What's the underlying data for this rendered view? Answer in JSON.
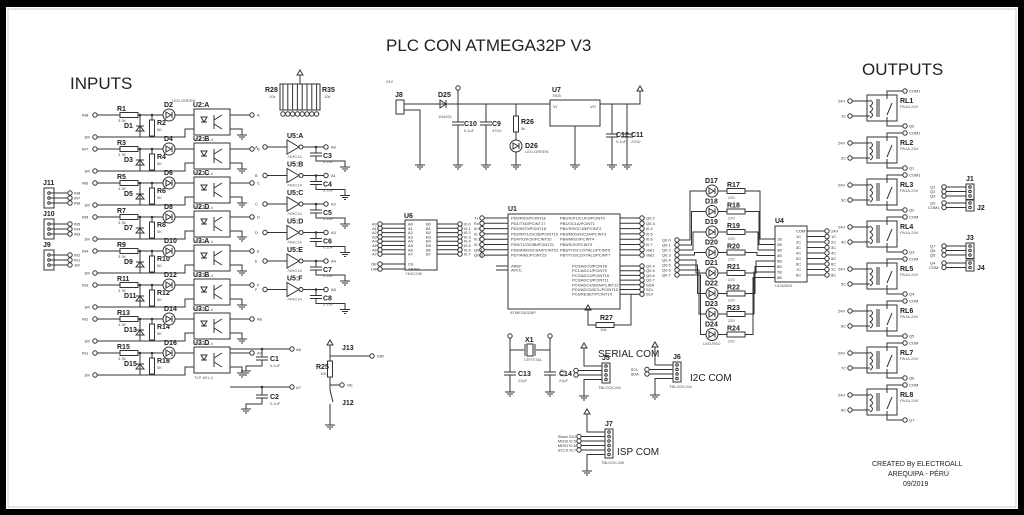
{
  "title": "PLC CON ATMEGA32P V3",
  "sections": {
    "inputs": "INPUTS",
    "outputs": "OUTPUTS"
  },
  "footer": {
    "line1": "CREATED By ELECTROALL",
    "line2": "AREQUIPA - PÉRÚ",
    "line3": "09/2019"
  },
  "input_channels": [
    {
      "net": "IN8",
      "r": "R1",
      "rv": "3.3K",
      "d": "D1",
      "led": "D2",
      "rp": "R2",
      "rpv": "5K",
      "opto": "U2:A",
      "out": "A"
    },
    {
      "net": "IN7",
      "r": "R3",
      "rv": "3.3K",
      "d": "D3",
      "led": "D4",
      "rp": "R4",
      "rpv": "5K",
      "opto": "U2:B",
      "out": "B"
    },
    {
      "net": "IN6",
      "r": "R5",
      "rv": "3.3K",
      "d": "D5",
      "led": "D6",
      "rp": "R6",
      "rpv": "5K",
      "opto": "U2:C",
      "out": "C"
    },
    {
      "net": "IN5",
      "r": "R7",
      "rv": "3.3K",
      "d": "D7",
      "led": "D8",
      "rp": "R8",
      "rpv": "5K",
      "opto": "U2:D",
      "out": "D"
    },
    {
      "net": "IN4",
      "r": "R9",
      "rv": "3.3K",
      "d": "D9",
      "led": "D10",
      "rp": "R10",
      "rpv": "5K",
      "opto": "U3:A",
      "out": "E"
    },
    {
      "net": "IN3",
      "r": "R11",
      "rv": "3.3K",
      "d": "D11",
      "led": "D12",
      "rp": "R12",
      "rpv": "5K",
      "opto": "U3:B",
      "out": "F"
    },
    {
      "net": "IN2",
      "r": "R13",
      "rv": "3.3K",
      "d": "D13",
      "led": "D14",
      "rp": "R14",
      "rpv": "5K",
      "opto": "U3:C",
      "out": "A6"
    },
    {
      "net": "IN1",
      "r": "R15",
      "rv": "3.3K",
      "d": "D15",
      "led": "D16",
      "rp": "R16",
      "rpv": "5K",
      "opto": "U3:D",
      "out": "A7"
    }
  ],
  "input_common": "1M",
  "opto_part": "TLP-521-4",
  "led_green": "LED-GREEN",
  "input_connectors": [
    {
      "ref": "J11",
      "pins": [
        "IN8",
        "IN7",
        "IN6"
      ]
    },
    {
      "ref": "J10",
      "pins": [
        "IN5",
        "IN4",
        "IN3"
      ]
    },
    {
      "ref": "J9",
      "pins": [
        "IN2",
        "IN1",
        "1M"
      ]
    }
  ],
  "pullup_array": {
    "ref_a": "R28",
    "ref_b": "R35",
    "value": "10k"
  },
  "inverters": [
    {
      "ref": "U5:A",
      "in": "A",
      "out": "A0",
      "cap": "C3"
    },
    {
      "ref": "U5:B",
      "in": "B",
      "out": "A1",
      "cap": "C4"
    },
    {
      "ref": "U5:C",
      "in": "C",
      "out": "A2",
      "cap": "C5"
    },
    {
      "ref": "U5:D",
      "in": "D",
      "out": "A3",
      "cap": "C6"
    },
    {
      "ref": "U5:E",
      "in": "E",
      "out": "A4",
      "cap": "C7"
    },
    {
      "ref": "U5:F",
      "in": "F",
      "out": "A5",
      "cap": "C8"
    }
  ],
  "inverter_part": "74HC14",
  "cap_01uf": "0.1uF",
  "extra_caps": [
    {
      "ref": "C1",
      "val": "0.1uF"
    },
    {
      "ref": "C2",
      "val": "0.1uF"
    }
  ],
  "jumpers": {
    "j13": "J13",
    "j12": "J12",
    "r25": "R25",
    "r25v": "10k",
    "dir": "DIR",
    "oe": "OE"
  },
  "power": {
    "conn": "J8",
    "vin": "24V",
    "diode": "D25",
    "diode_part": "1N4001",
    "c10": "C10",
    "c10v": "0.1uF",
    "c9": "C9",
    "c9v": "470U",
    "r26": "R26",
    "r26v": "5k",
    "d26": "D26",
    "d26v": "LED-GREEN",
    "reg": "U7",
    "reg_part": "7805",
    "vi": "VI",
    "vo": "VO",
    "gnd": "GND",
    "c12": "C12",
    "c12v": "0.1uF",
    "c11": "C11",
    "c11v": "220U"
  },
  "buffer": {
    "ref": "U6",
    "part": "74HC245",
    "a_pins": [
      "A0",
      "A1",
      "A2",
      "A3",
      "A4",
      "A5",
      "A6",
      "A7"
    ],
    "b_pins": [
      "B0",
      "B1",
      "B2",
      "B3",
      "B4",
      "B5",
      "B6",
      "B7"
    ],
    "b_nets": [
      "I0.0",
      "I0.1",
      "I0.2",
      "I0.3",
      "I0.4",
      "I0.5",
      "I0.6",
      "I0.7"
    ],
    "ctrl": [
      "OE",
      "DIR"
    ],
    "ctrl_pins": [
      "CE",
      "AB/BA"
    ]
  },
  "mcu": {
    "ref": "U1",
    "part": "ATMEGA328P",
    "left_pins": [
      "PD0/RXD/PCINT16",
      "PD1/TXD/PCINT17",
      "PD2/INT0/PCINT18",
      "PD3/INT1/OC2B/PCINT19",
      "PD4/T0/XCK/PCINT20",
      "PD5/T1/OC0B/PCINT21",
      "PD6/AIN0/OC0A/PCINT22",
      "PD7/AIN1/PCINT23"
    ],
    "left_nets": [
      "Tx",
      "Rx",
      "I0.0",
      "I0.1",
      "I0.2",
      "I0.3",
      "Q0.1",
      "Q0.0"
    ],
    "ref_pins": [
      "AREF",
      "AVCC"
    ],
    "right_pins_b": [
      "PB0/ICP1/CLKO/PCINT0",
      "PB1/OC1A/PCINT1",
      "PB2/SS/OC1B/PCINT2",
      "PB3/MOSI/OC2A/PCINT3",
      "PB4/MISO/PCINT4",
      "PB5/SCK/PCINT5",
      "PB6/TOSC1/XTAL1/PCINT6",
      "PB7/TOSC2/XTAL2/PCINT7"
    ],
    "right_nets_b": [
      "Q0.2",
      "Q0.3",
      "I0.4",
      "I0.5",
      "I0.6",
      "I0.7",
      "xtal1",
      "xtal2"
    ],
    "right_pins_c": [
      "PC0/ADC0/PCINT8",
      "PC1/ADC1/PCINT9",
      "PC2/ADC2/PCINT10",
      "PC3/ADC3/PCINT11",
      "PC4/ADC4/SDA/PCINT12",
      "PC5/ADC5/SCL/PCINT13",
      "PC6/RESET/PCINT14"
    ],
    "right_nets_c": [
      "Q0.4",
      "Q0.5",
      "Q0.6",
      "Q0.7",
      "SDA",
      "SCL",
      "SLV"
    ],
    "reset_res": "R27",
    "reset_res_v": "10k"
  },
  "crystal": {
    "ref": "X1",
    "part": "CRYSTAL",
    "c13": "C13",
    "c14": "C14",
    "cv": "22pF"
  },
  "serial": {
    "title": "SERIAL COM",
    "ref": "J5",
    "part": "TBLOCK-M4",
    "nets": [
      "Rx",
      "Tx"
    ]
  },
  "i2c": {
    "title": "I2C COM",
    "ref": "J6",
    "part": "TBLOCK-M4",
    "nets": [
      "SCL",
      "SDA"
    ]
  },
  "isp": {
    "title": "ISP COM",
    "ref": "J7",
    "part": "TBLOCK-M6",
    "nets": [
      "Slave SLV",
      "MOSI I0.5",
      "MISO I0.6",
      "SCLK I0.7"
    ]
  },
  "driver": {
    "ref": "U4",
    "part": "ULN2803",
    "in_pins": [
      "1B",
      "2B",
      "3B",
      "4B",
      "5B",
      "6B",
      "7B",
      "8B"
    ],
    "out_pins": [
      "COM",
      "1C",
      "2C",
      "3C",
      "4C",
      "5C",
      "6C",
      "7C",
      "8C"
    ],
    "out_nets": [
      "24V",
      "1C",
      "2C",
      "3C",
      "4C",
      "5C",
      "6C",
      "7C",
      "8C"
    ],
    "in_nets": [
      "Q0.0",
      "Q0.1",
      "Q0.2",
      "Q0.3",
      "Q0.4",
      "Q0.5",
      "Q0.6",
      "Q0.7"
    ],
    "leds": [
      "D17",
      "D18",
      "D19",
      "D20",
      "D21",
      "D22",
      "D23",
      "D24"
    ],
    "res": [
      "R17",
      "R18",
      "R19",
      "R20",
      "R21",
      "R22",
      "R23",
      "R24"
    ],
    "res_v": "220",
    "led_part": "LED-RED"
  },
  "relays": [
    {
      "ref": "RL1",
      "coil": "1C",
      "out": "Q0",
      "com": "COM1"
    },
    {
      "ref": "RL2",
      "coil": "2C",
      "out": "Q1",
      "com": "COM1"
    },
    {
      "ref": "RL3",
      "coil": "3C",
      "out": "Q2",
      "com": "COM1"
    },
    {
      "ref": "RL4",
      "coil": "4C",
      "out": "Q3",
      "com": "COM"
    },
    {
      "ref": "RL5",
      "coil": "5C",
      "out": "Q4",
      "com": "COM"
    },
    {
      "ref": "RL6",
      "coil": "6C",
      "out": "Q5",
      "com": "COM"
    },
    {
      "ref": "RL7",
      "coil": "7C",
      "out": "Q6",
      "com": "COM"
    },
    {
      "ref": "RL8",
      "coil": "8C",
      "out": "Q7",
      "com": "COM"
    }
  ],
  "relay_part": "PA1A-24V",
  "relay_supply": "24V",
  "output_connectors": [
    {
      "ref": "J1",
      "pins": [
        "Q1",
        "Q2",
        "Q3"
      ]
    },
    {
      "ref": "J2",
      "pins": [
        "Q0",
        "COM1"
      ]
    },
    {
      "ref": "J3",
      "pins": [
        "Q7",
        "Q6",
        "Q5"
      ]
    },
    {
      "ref": "J4",
      "pins": [
        "Q4",
        "COM"
      ]
    }
  ]
}
